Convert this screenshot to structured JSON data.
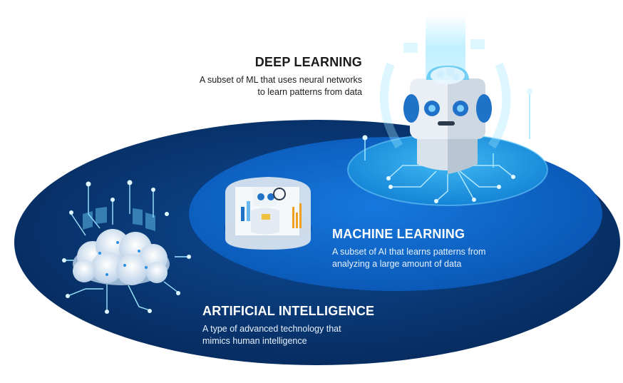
{
  "layers": {
    "deep_learning": {
      "title": "DEEP LEARNING",
      "desc_line1": "A subset of ML that uses neural networks",
      "desc_line2": "to learn patterns from data"
    },
    "machine_learning": {
      "title": "MACHINE LEARNING",
      "desc_line1": "A subset of AI that learns patterns from",
      "desc_line2": "analyzing a large amount of data"
    },
    "artificial_intelligence": {
      "title": "ARTIFICIAL INTELLIGENCE",
      "desc_line1": "A type of advanced technology that",
      "desc_line2": "mimics human intelligence"
    }
  },
  "colors": {
    "outer_ellipse": "#0a3a7a",
    "middle_ellipse": "#0a64c8",
    "inner_ellipse": "#1e96e6",
    "glow": "#6fd6ff",
    "robot_body": "#e8eef4",
    "robot_eye": "#1f72c8"
  },
  "icons": [
    "brain-cloud-icon",
    "robot-analyst-icon",
    "robot-head-icon"
  ]
}
